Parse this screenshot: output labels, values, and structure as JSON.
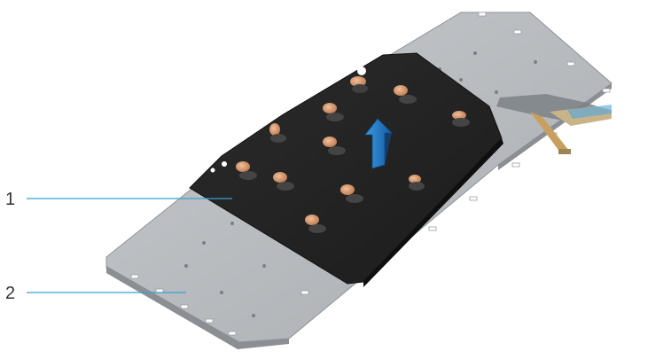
{
  "callouts": [
    {
      "number": "1",
      "part": "sheet"
    },
    {
      "number": "2",
      "part": "plate"
    }
  ],
  "colors": {
    "background": "#ffffff",
    "plate": "#b9bcbf",
    "sheet": "#232323",
    "tab": "#c98a5e",
    "arrow": "#1e73be",
    "leader": "#3a9fd1",
    "label": "#333333"
  },
  "icons": {
    "arrow": "lift-up-arrow-icon"
  }
}
